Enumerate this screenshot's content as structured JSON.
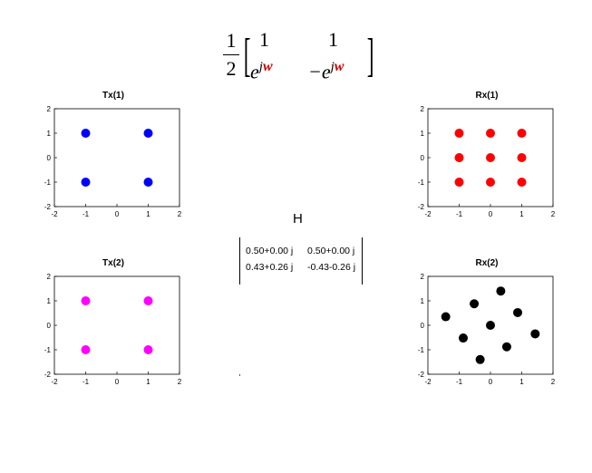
{
  "formula": {
    "scalar_numerator": "1",
    "scalar_denominator": "2",
    "m11": "1",
    "m12": "1",
    "m21_base": "e",
    "m21_exp": "j",
    "m21_var": "w",
    "m22_prefix": "−e",
    "m22_exp": "j",
    "m22_var": "w",
    "accent_color": "#d40000"
  },
  "channel": {
    "label": "H",
    "rows": [
      [
        "0.50+0.00 j",
        "0.50+0.00 j"
      ],
      [
        "0.43+0.26 j",
        "-0.43-0.26 j"
      ]
    ]
  },
  "chart_data": [
    {
      "id": "tx1",
      "type": "scatter",
      "title": "Tx(1)",
      "color": "#0000ff",
      "xlim": [
        -2,
        2
      ],
      "ylim": [
        -2,
        2
      ],
      "xticks": [
        "-2",
        "-1",
        "0",
        "1",
        "2"
      ],
      "yticks": [
        "-2",
        "-1",
        "0",
        "1",
        "2"
      ],
      "points": [
        [
          -1,
          1
        ],
        [
          1,
          1
        ],
        [
          -1,
          -1
        ],
        [
          1,
          -1
        ]
      ],
      "grid": false
    },
    {
      "id": "rx1",
      "type": "scatter",
      "title": "Rx(1)",
      "color": "#ff0000",
      "xlim": [
        -2,
        2
      ],
      "ylim": [
        -2,
        2
      ],
      "xticks": [
        "-2",
        "-1",
        "0",
        "1",
        "2"
      ],
      "yticks": [
        "-2",
        "-1",
        "0",
        "1",
        "2"
      ],
      "points": [
        [
          -1,
          1
        ],
        [
          0,
          1
        ],
        [
          1,
          1
        ],
        [
          -1,
          0
        ],
        [
          0,
          0
        ],
        [
          1,
          0
        ],
        [
          -1,
          -1
        ],
        [
          0,
          -1
        ],
        [
          1,
          -1
        ]
      ],
      "grid": false
    },
    {
      "id": "tx2",
      "type": "scatter",
      "title": "Tx(2)",
      "color": "#ff00ff",
      "xlim": [
        -2,
        2
      ],
      "ylim": [
        -2,
        2
      ],
      "xticks": [
        "-2",
        "-1",
        "0",
        "1",
        "2"
      ],
      "yticks": [
        "-2",
        "-1",
        "0",
        "1",
        "2"
      ],
      "points": [
        [
          -1,
          1
        ],
        [
          1,
          1
        ],
        [
          -1,
          -1
        ],
        [
          1,
          -1
        ]
      ],
      "grid": false
    },
    {
      "id": "rx2",
      "type": "scatter",
      "title": "Rx(2)",
      "color": "#000000",
      "xlim": [
        -2,
        2
      ],
      "ylim": [
        -2,
        2
      ],
      "xticks": [
        "-2",
        "-1",
        "0",
        "1",
        "2"
      ],
      "yticks": [
        "-2",
        "-1",
        "0",
        "1",
        "2"
      ],
      "points": [
        [
          0.33,
          1.4
        ],
        [
          -0.52,
          0.88
        ],
        [
          0.87,
          0.52
        ],
        [
          -1.43,
          0.35
        ],
        [
          0,
          0
        ],
        [
          1.43,
          -0.35
        ],
        [
          -0.87,
          -0.52
        ],
        [
          0.52,
          -0.88
        ],
        [
          -0.33,
          -1.4
        ]
      ],
      "grid": false
    }
  ]
}
